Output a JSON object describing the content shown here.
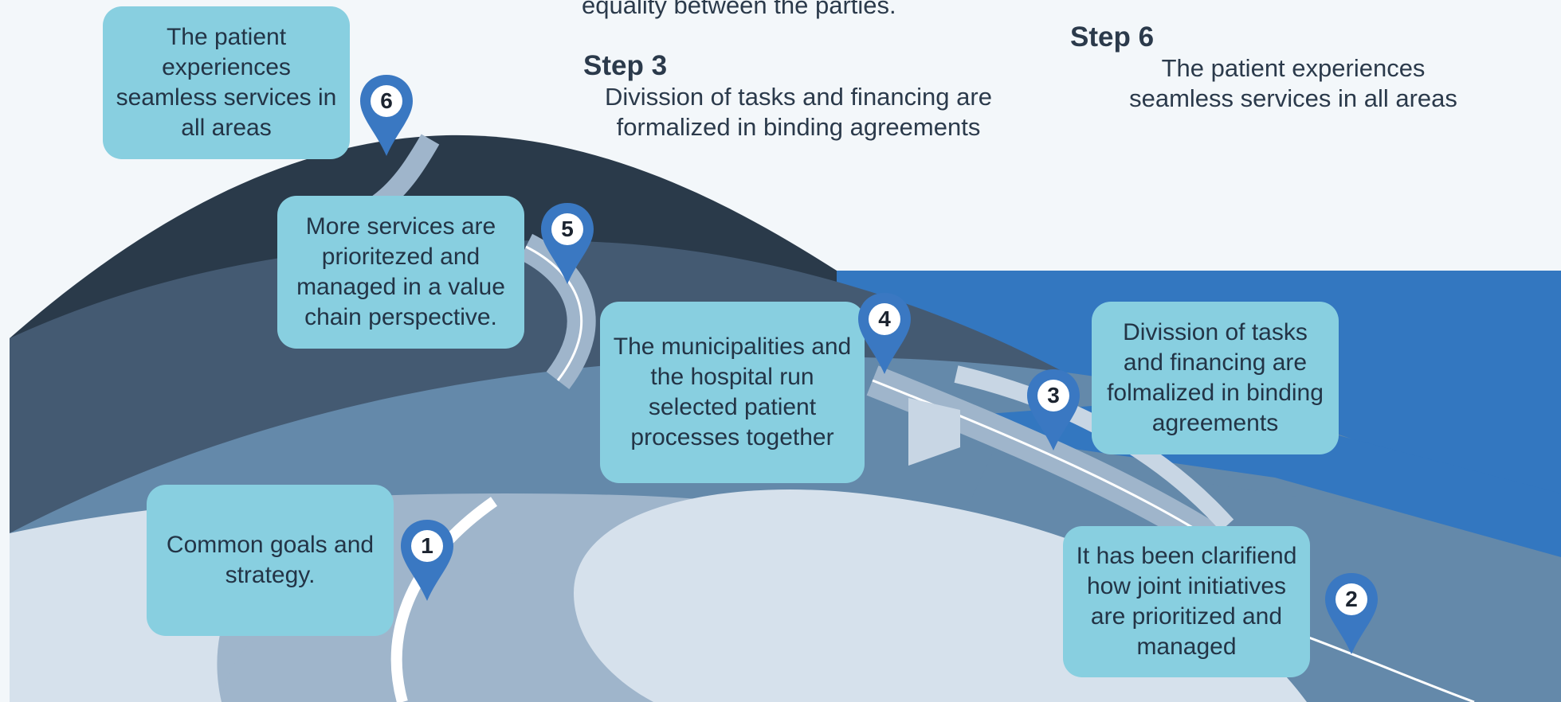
{
  "steps_text": {
    "top_fragment": "equality between the parties.",
    "step3": {
      "title": "Step 3",
      "desc": "Divission of tasks and financing are formalized in binding agreements"
    },
    "step6": {
      "title": "Step 6",
      "desc": "The patient experiences seamless services in all areas"
    }
  },
  "callouts": {
    "c1": "Common goals and strategy.",
    "c2": "It has been clarifiend how joint initiatives are prioritized and managed",
    "c3": "Divission of tasks and financing are folmalized in binding agreements",
    "c4": "The municipalities and the hospital run selected patient processes together",
    "c5": "More services are prioritezed and managed in a value chain perspective.",
    "c6": "The patient experiences seamless services in all areas"
  },
  "markers": [
    "1",
    "2",
    "3",
    "4",
    "5",
    "6"
  ],
  "colors": {
    "background": "#f3f7fa",
    "dark_hill": "#2a3a4a",
    "slate_hill": "#445a72",
    "mid_hill": "#6489aa",
    "accent_blue": "#3377c0",
    "light_hill": "#9fb5cb",
    "pale_hill": "#d6e1ec",
    "callout_fill": "#88cfe0",
    "pin_fill": "#3a78c2"
  }
}
